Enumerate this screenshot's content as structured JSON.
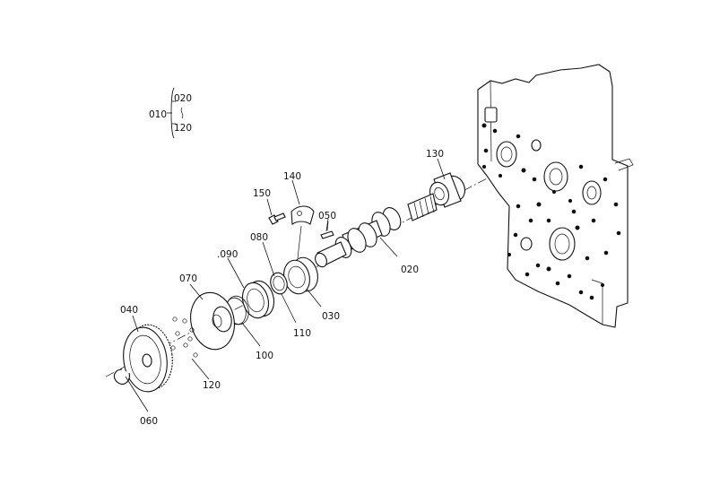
{
  "labels": {
    "l010": "010",
    "l020_top": "020",
    "l120_top": "120",
    "l130": "130",
    "l140": "140",
    "l150": "150",
    "l050": "050",
    "l080": "080",
    "l090": ".090",
    "l070": "070",
    "l040": "040",
    "l020": "020",
    "l030": "030",
    "l110": "110",
    "l100": "100",
    "l120": "120",
    "l060": "060"
  }
}
